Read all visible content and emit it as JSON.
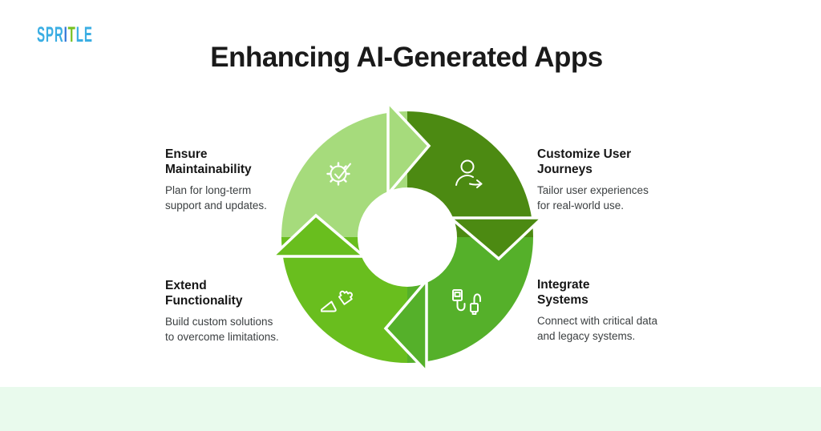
{
  "logo": {
    "name": "SPRITLE",
    "letters": [
      {
        "char": "S",
        "color": "#3BAEE3"
      },
      {
        "char": "P",
        "color": "#3BAEE3"
      },
      {
        "char": "R",
        "color": "#3BAEE3"
      },
      {
        "char": "I",
        "color": "#2F74D8"
      },
      {
        "char": "T",
        "color": "#76C021"
      },
      {
        "char": "L",
        "color": "#3BAEE3"
      },
      {
        "char": "E",
        "color": "#3BAEE3"
      }
    ]
  },
  "title": "Enhancing AI-Generated Apps",
  "title_color": "#1A1A1A",
  "footer_color": "#E9FAED",
  "diagram": {
    "type": "cycle",
    "segments": [
      {
        "position": "top-left",
        "color": "#A6DB7C",
        "icon": "gear-check-icon"
      },
      {
        "position": "top-right",
        "color": "#4C8A12",
        "icon": "user-journey-icon"
      },
      {
        "position": "bottom-right",
        "color": "#55B02A",
        "icon": "cable-icon"
      },
      {
        "position": "bottom-left",
        "color": "#69BE1E",
        "icon": "puzzle-hand-icon"
      }
    ]
  },
  "callouts": [
    {
      "heading_line1": "Ensure",
      "heading_line2": "Maintainability",
      "body_line1": "Plan for long-term",
      "body_line2": "support and updates."
    },
    {
      "heading_line1": "Customize User",
      "heading_line2": "Journeys",
      "body_line1": "Tailor user experiences",
      "body_line2": "for real-world use."
    },
    {
      "heading_line1": "Extend",
      "heading_line2": "Functionality",
      "body_line1": "Build custom solutions",
      "body_line2": "to overcome limitations."
    },
    {
      "heading_line1": "Integrate",
      "heading_line2": "Systems",
      "body_line1": "Connect with critical data",
      "body_line2": "and legacy systems."
    }
  ]
}
